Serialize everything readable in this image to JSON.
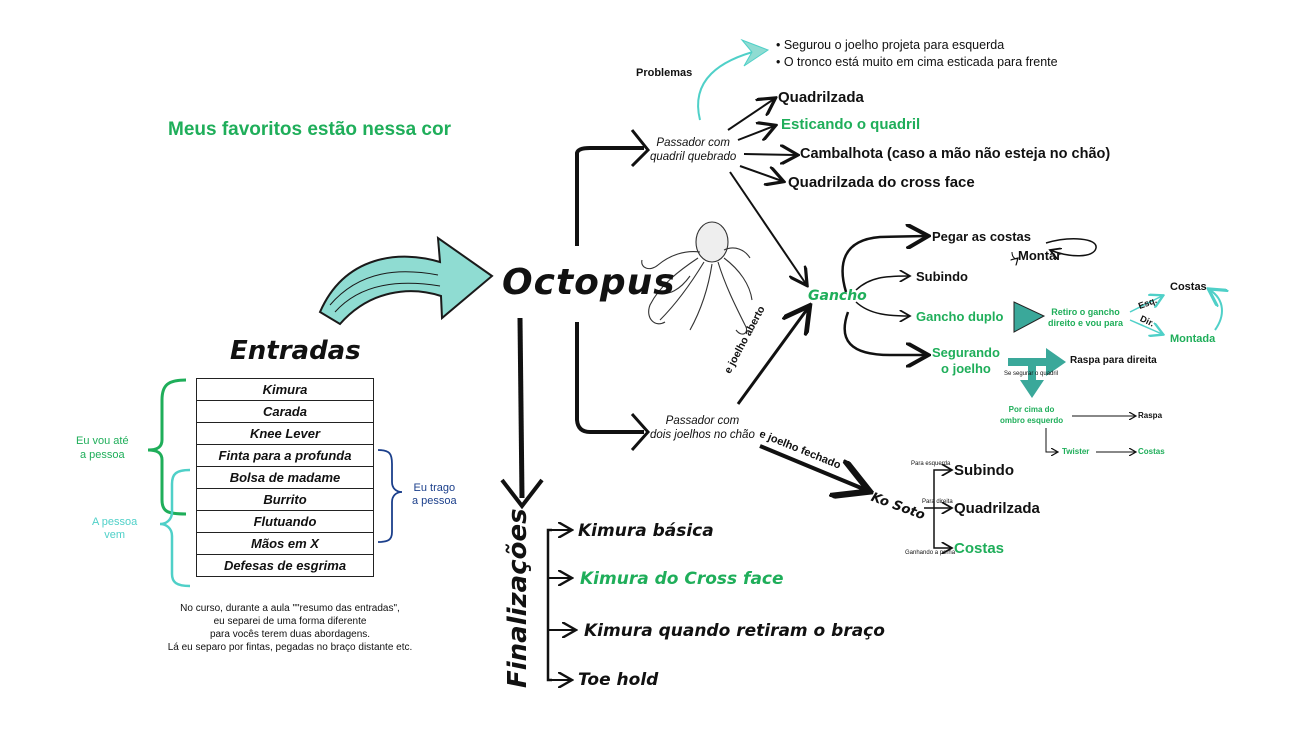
{
  "favorites_note": "Meus favoritos estão nessa cor",
  "center_title": "Octopus",
  "entradas": {
    "title": "Entradas",
    "items": [
      "Kimura",
      "Carada",
      "Knee Lever",
      "Finta para a profunda",
      "Bolsa de madame",
      "Burrito",
      "Flutuando",
      "Mãos em X",
      "Defesas de esgrima"
    ],
    "left_bracket_top": "Eu vou até\na pessoa",
    "left_bracket_bottom": "A pessoa\nvem",
    "right_bracket": "Eu trago\na pessoa",
    "footnote": [
      "No curso, durante a aula \"\"resumo das entradas\",",
      "eu separei de uma forma diferente",
      "para vocês terem duas abordagens.",
      "Lá eu separo por fintas, pegadas no braço distante etc."
    ]
  },
  "problems": {
    "label": "Problemas",
    "items": [
      "• Segurou o joelho     projeta para esquerda",
      "• O tronco está muito em cima     esticada para frente"
    ]
  },
  "passador_quadril": {
    "label": "Passador com\nquadril quebrado",
    "options": [
      "Quadrilzada",
      "Esticando o quadril",
      "Cambalhota (caso a mão não esteja no chão)",
      "Quadrilzada do cross face"
    ]
  },
  "gancho": {
    "label": "Gancho",
    "options": [
      "Pegar as costas",
      "Montar",
      "Subindo",
      "Gancho duplo",
      "Segurando\no joelho"
    ],
    "gancho_duplo_note": "Retiro o gancho\ndireito e vou para",
    "esq": "Esq.",
    "dir": "Dir.",
    "costas": "Costas",
    "montada": "Montada",
    "raspa_direita": "Raspa para direita",
    "se_segurar": "Se segurar o quadril",
    "por_cima": "Por cima do\nombro esquerdo",
    "raspa": "Raspa",
    "twister": "Twister",
    "twister_costas": "Costas"
  },
  "passador_joelhos": {
    "label": "Passador com\ndois joelhos no chão",
    "joelho_aberto": "e joelho aberto",
    "joelho_fechado": "e joelho fechado"
  },
  "ko_soto": {
    "label": "Ko Soto",
    "options": [
      "Subindo",
      "Quadrilzada",
      "Costas"
    ],
    "notes": [
      "Para esquerda",
      "Para direita",
      "Ganhando a perna"
    ]
  },
  "finalizacoes": {
    "title": "Finalizações",
    "items": [
      "Kimura básica",
      "Kimura do Cross face",
      "Kimura quando retiram o braço",
      "Toe hold"
    ]
  },
  "colors": {
    "favorite": "#1fae5a",
    "accent": "#4fd0c8",
    "navy": "#1b3f8b",
    "text": "#111111"
  }
}
